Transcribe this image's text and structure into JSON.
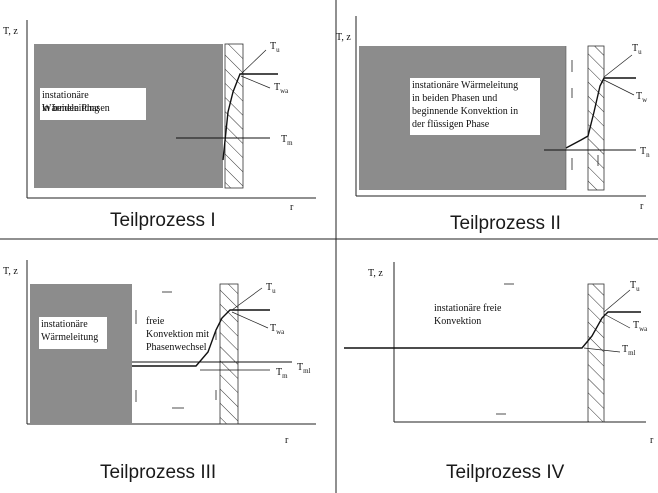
{
  "axis": {
    "y_label": "T, z",
    "x_label": "r"
  },
  "panels": [
    {
      "caption": "Teilprozess I",
      "box_lines": [
        "instationäre Wärmeleitung",
        "in beiden Phasen"
      ],
      "labels": {
        "tu": "T",
        "tu_sub": "u",
        "twa": "T",
        "twa_sub": "wa",
        "tm": "T",
        "tm_sub": "m"
      }
    },
    {
      "caption": "Teilprozess II",
      "box_lines": [
        "instationäre Wärmeleitung",
        "in beiden Phasen und",
        "beginnende Konvektion in",
        "der flüssigen Phase"
      ],
      "labels": {
        "tu": "T",
        "tu_sub": "u",
        "twa": "T",
        "twa_sub": "w",
        "tm": "T",
        "tm_sub": "n"
      }
    },
    {
      "caption": "Teilprozess III",
      "box_lines": [
        "instationäre",
        "Wärmeleitung"
      ],
      "free_text": [
        "freie",
        "Konvektion mit",
        "Phasenwechsel"
      ],
      "labels": {
        "tu": "T",
        "tu_sub": "u",
        "twa": "T",
        "twa_sub": "wa",
        "tm": "T",
        "tm_sub": "m",
        "tml": "T",
        "tml_sub": "ml"
      }
    },
    {
      "caption": "Teilprozess IV",
      "free_text": [
        "instationäre freie",
        "Konvektion"
      ],
      "labels": {
        "tu": "T",
        "tu_sub": "u",
        "twa": "T",
        "twa_sub": "wa",
        "tml": "T",
        "tml_sub": "ml"
      }
    }
  ]
}
